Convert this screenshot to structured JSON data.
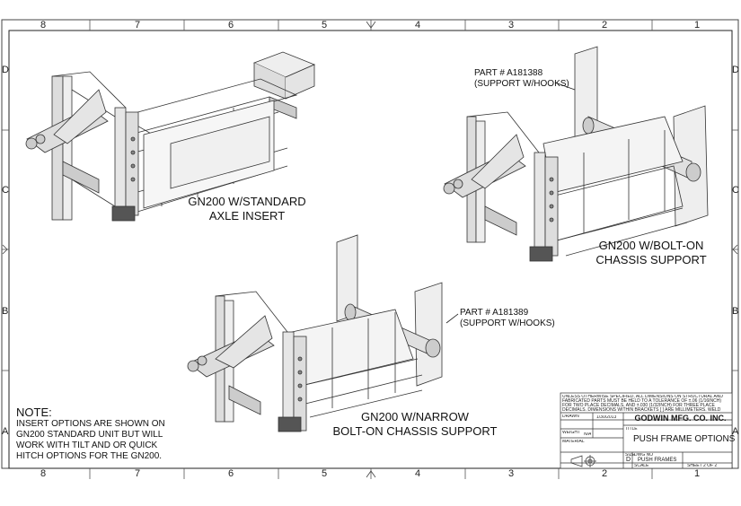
{
  "border": {
    "top_numbers": [
      "8",
      "7",
      "6",
      "5",
      "4",
      "3",
      "2",
      "1"
    ],
    "bottom_numbers": [
      "8",
      "7",
      "6",
      "5",
      "4",
      "3",
      "2",
      "1"
    ],
    "left_letters": [
      "D",
      "C",
      "B",
      "A"
    ],
    "right_letters": [
      "D",
      "C",
      "B",
      "A"
    ]
  },
  "views": {
    "standard": {
      "line1": "GN200 W/STANDARD",
      "line2": "AXLE INSERT"
    },
    "bolt_on": {
      "line1": "GN200 W/BOLT-ON",
      "line2": "CHASSIS SUPPORT"
    },
    "narrow": {
      "line1": "GN200 W/NARROW",
      "line2": "BOLT-ON CHASSIS SUPPORT"
    }
  },
  "callouts": {
    "hooks_1": {
      "part": "PART # A181388",
      "desc": "(SUPPORT W/HOOKS)"
    },
    "hooks_2": {
      "part": "PART # A181389",
      "desc": "(SUPPORT W/HOOKS)"
    }
  },
  "note": {
    "title": "NOTE:",
    "body": "INSERT OPTIONS ARE SHOWN ON GN200 STANDARD UNIT BUT WILL WORK WITH TILT AND OR QUICK HITCH OPTIONS FOR THE GN200."
  },
  "title_block": {
    "company": "GODWIN MFG. CO. INC.",
    "title": "PUSH FRAME OPTIONS",
    "drawing_name": "PUSH FRAMES",
    "size": "D",
    "scale_label": "SCALE",
    "sheet": "SHEET 2 OF 2",
    "date": "1/30/2013",
    "weight": "N/A",
    "drawn_label": "DRAWN",
    "weight_label": "WEIGHT",
    "material_label": "MATERIAL",
    "size_label": "SIZE",
    "dwg_label": "DWG NO",
    "title_label": "TITLE",
    "notes_text": "UNLESS OTHERWISE SPECIFIED, ALL DIMENSIONS ON STRUCTURAL AND FABRICATED PARTS MUST BE HELD TO A TOLERANCE OF ±.06 (1/16INCH) FOR TWO PLACE DECIMALS, AND ±.030 (1/32INCH) FOR THREE PLACE DECIMALS. DIMENSIONS WITHIN BRACKETS [ ] ARE MILLIMETERS. WELD SIZES ARE MINIMUM. SEE (IDENTICAL WELDS ON OPPOSITE SIDE). THIS DRAWING IS PROVIDED FOR INFORMATION ONLY AND MAY NOT BE REPRODUCED WITHOUT CONSENT OF GODWIN MFG. CO. INC. DO NOT SCALE THIS DRAWING FOR DIMENSIONS."
  }
}
